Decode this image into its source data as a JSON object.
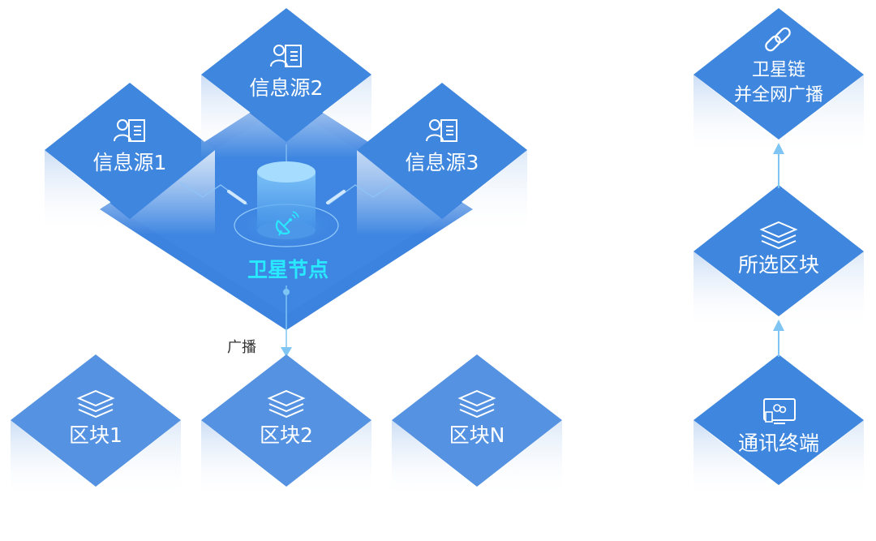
{
  "colors": {
    "tile_top": "#3f87de",
    "tile_top_light": "#5593e2",
    "platform": "#3c82df",
    "connector": "#7fc5f4",
    "accent_text": "#29e9ff"
  },
  "nodes": {
    "source1": {
      "label": "信息源1",
      "icon": "user-card-icon"
    },
    "source2": {
      "label": "信息源2",
      "icon": "user-card-icon"
    },
    "source3": {
      "label": "信息源3",
      "icon": "user-card-icon"
    },
    "satellite_node": {
      "label": "卫星节点",
      "icon": "satellite-dish-icon"
    },
    "block1": {
      "label": "区块1",
      "icon": "layers-icon"
    },
    "block2": {
      "label": "区块2",
      "icon": "layers-icon"
    },
    "blockN": {
      "label": "区块N",
      "icon": "layers-icon"
    },
    "satellite_chain": {
      "line1": "卫星链",
      "line2": "并全网广播",
      "icon": "link-icon"
    },
    "selected_block": {
      "label": "所选区块",
      "icon": "layers-icon"
    },
    "comm_terminal": {
      "label": "通讯终端",
      "icon": "terminal-icon"
    }
  },
  "edges": {
    "broadcast_label": "广播"
  }
}
